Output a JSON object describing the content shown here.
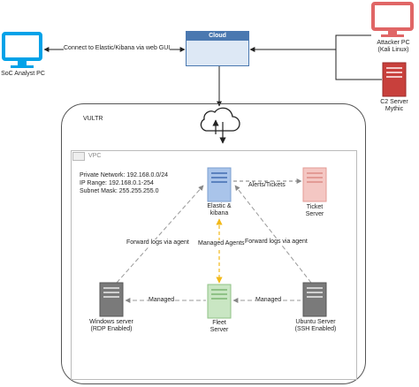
{
  "nodes": {
    "soc": {
      "label": "SoC Analyst PC"
    },
    "cloud": {
      "label": "Cloud"
    },
    "attacker": {
      "line1": "Attacker PC",
      "line2": "(Kali Linux)"
    },
    "c2": {
      "line1": "C2 Server",
      "line2": "Mythic"
    },
    "vultr": {
      "label": "VULTR"
    },
    "vpc": {
      "label": "VPC"
    },
    "network_info": {
      "line1": "Private Network: 192.168.0.0/24",
      "line2": "IP Range: 192.168.0.1-254",
      "line3": "Subnet Mask: 255.255.255.0"
    },
    "elastic": {
      "line1": "Elastic &",
      "line2": "kibana"
    },
    "ticket": {
      "line1": "Ticket",
      "line2": "Server"
    },
    "windows": {
      "line1": "Windows server",
      "line2": "(RDP Enabled)"
    },
    "fleet": {
      "line1": "Fleet",
      "line2": "Server"
    },
    "ubuntu": {
      "line1": "Ubuntu Server",
      "line2": "(SSH Enabled)"
    }
  },
  "edges": {
    "soc_cloud": "Connect to Elastic/Kibana via web GUI",
    "alerts": "Alerts/Tickets",
    "managed_agents": "Managed Agents",
    "fwd_left": "Forward logs via agent",
    "fwd_right": "Forward logs via agent",
    "managed_left": "Managed",
    "managed_right": "Managed"
  },
  "colors": {
    "monitor_blue": "#00a2e8",
    "cloud_blue": "#4a78b0",
    "attacker_red": "#e06666",
    "c2_red": "#c8403c",
    "elastic_blue": "#a9c4ea",
    "ticket_pink": "#f4c7c3",
    "fleet_green": "#c9e6c3",
    "server_gray": "#7a7a7a",
    "agent_dash": "#f2b91a",
    "link_dash": "#999999"
  },
  "icons": [
    "monitor-icon",
    "cloud-icon",
    "internet-cloud-icon",
    "server-icon"
  ]
}
